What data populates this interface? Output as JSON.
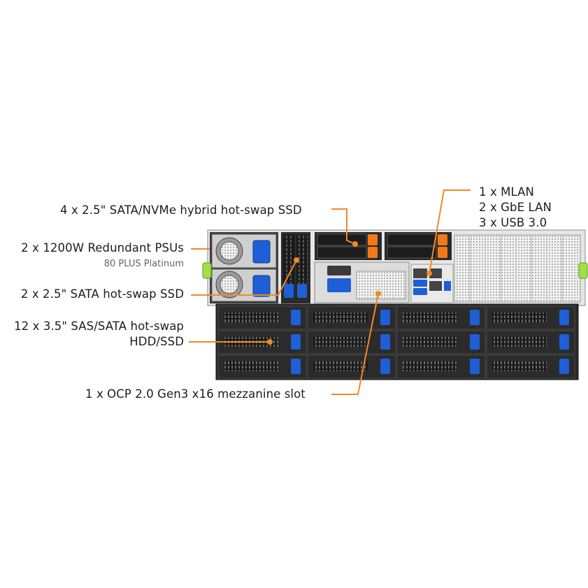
{
  "callouts": {
    "psu": {
      "title": "2 x 1200W Redundant PSUs",
      "subtitle": "80 PLUS Platinum"
    },
    "rear_ssd": {
      "title": "4 x 2.5\" SATA/NVMe hybrid hot-swap SSD"
    },
    "io": {
      "lines": [
        "1 x MLAN",
        "2 x GbE LAN",
        "3 x USB 3.0"
      ]
    },
    "sata_ssd": {
      "title": "2 x 2.5\" SATA hot-swap SSD"
    },
    "hdd": {
      "lines": [
        "12 x 3.5\" SAS/SATA hot-swap",
        "HDD/SSD"
      ]
    },
    "ocp": {
      "title": "1 x OCP 2.0 Gen3 x16 mezzanine slot"
    }
  },
  "colors": {
    "callout_line": "#f08a24",
    "callout_dot": "#f08a24",
    "drive_latch": "#1f5fd6",
    "chassis_dark": "#222222",
    "chassis_light": "#d9d9d9",
    "handle_green": "#9ee04a",
    "ssd_latch_orange": "#f27a1a"
  }
}
